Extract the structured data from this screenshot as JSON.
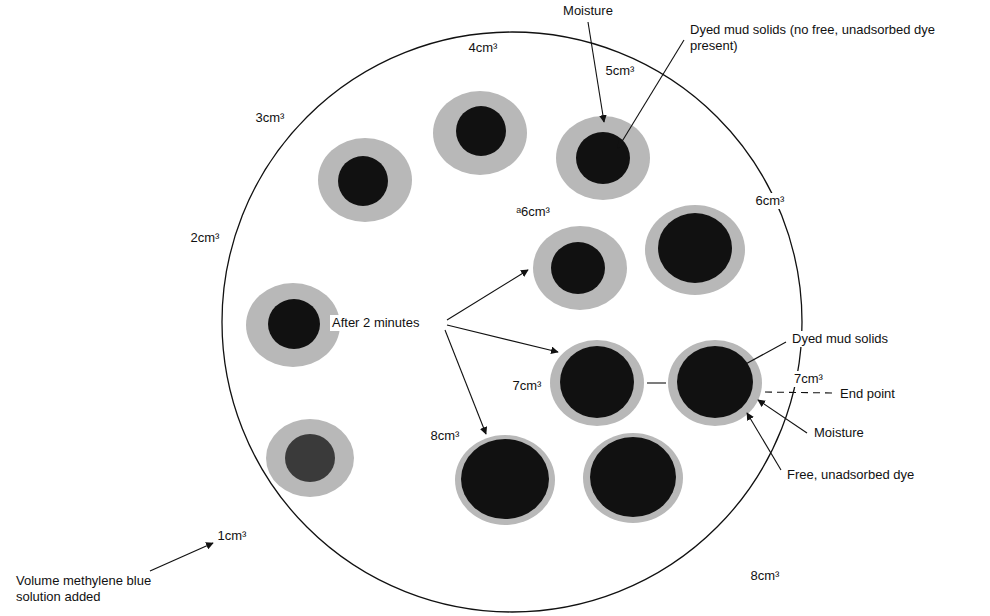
{
  "diagram": {
    "labels": [
      "Moisture",
      "4cm³",
      "5cm³",
      "Dyed mud solids (no free, unadsorbed dye present)",
      "3cm³",
      "6cm³",
      "2cm³",
      "ᵃ6cm³",
      "After 2 minutes",
      "7cm³",
      "Dyed mud solids",
      "7cm³",
      "End point",
      "Moisture",
      "Free, unadsorbed dye",
      "8cm³",
      "8cm³",
      "1cm³",
      "Volume methylene blue solution added"
    ]
  }
}
